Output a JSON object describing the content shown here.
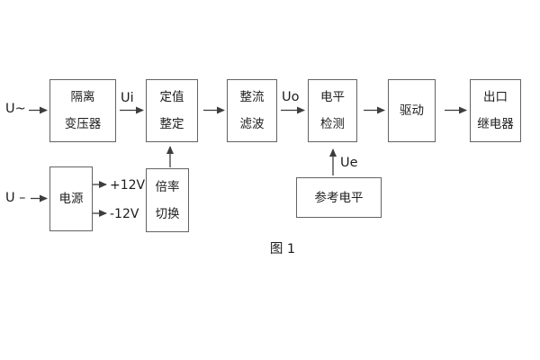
{
  "diagram": {
    "caption": "图 1",
    "inputs": {
      "ac_label": "U~",
      "dc_label": "U –"
    },
    "signal_labels": {
      "ui": "Ui",
      "uo": "Uo",
      "ue": "Ue",
      "plus_12v": "+12V",
      "minus_12v": "-12V"
    },
    "blocks": {
      "isolation_transformer": {
        "line1": "隔离",
        "line2": "变压器"
      },
      "value_setting": {
        "line1": "定值",
        "line2": "整定"
      },
      "rectify_filter": {
        "line1": "整流",
        "line2": "滤波"
      },
      "level_detection": {
        "line1": "电平",
        "line2": "检测"
      },
      "drive": {
        "label": "驱动"
      },
      "output_relay": {
        "line1": "出口",
        "line2": "继电器"
      },
      "power_supply": {
        "label": "电源"
      },
      "ratio_switch": {
        "line1": "倍率",
        "line2": "切换"
      },
      "reference_level": {
        "label": "参考电平"
      }
    },
    "colors": {
      "background": "#ffffff",
      "line": "#3d3d3d",
      "box_border": "#636363",
      "text": "#1d1d1f"
    }
  }
}
